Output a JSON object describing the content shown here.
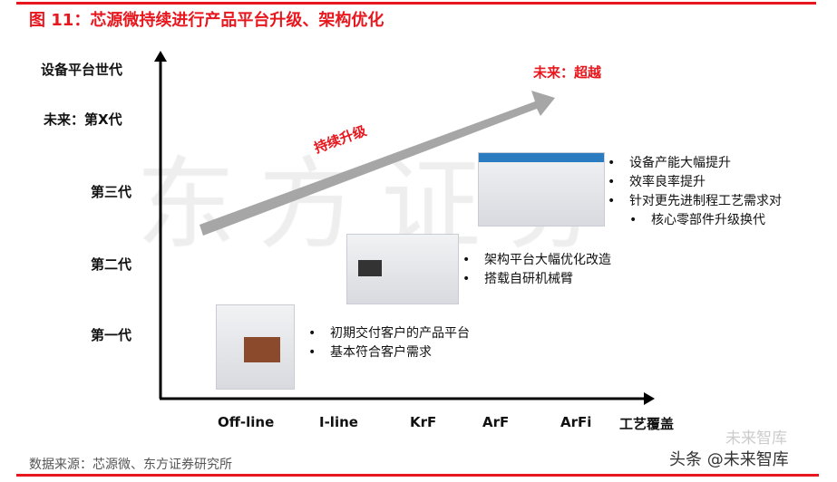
{
  "title": "图 11：芯源微持续进行产品平台升级、架构优化",
  "watermark": "东方证券",
  "y_axis": {
    "title": "设备平台世代",
    "levels": [
      "未来：第X代",
      "第三代",
      "第二代",
      "第一代"
    ]
  },
  "x_axis": {
    "title": "工艺覆盖",
    "labels": [
      "Off-line",
      "I-line",
      "KrF",
      "ArF",
      "ArFi"
    ]
  },
  "arrow_label": "持续升级",
  "future_label": "未来：超越",
  "generations": [
    {
      "bullets": [
        "初期交付客户的产品平台",
        "基本符合客户需求"
      ]
    },
    {
      "bullets": [
        "架构平台大幅优化改造",
        "搭载自研机械臂"
      ]
    },
    {
      "bullets": [
        "设备产能大幅提升",
        "效率良率提升",
        "针对更先进制程工艺需求对",
        "核心零部件升级换代"
      ]
    }
  ],
  "source": "数据来源：芯源微、东方证券研究所",
  "footer_watermark": "头条 @未来智库",
  "footer_watermark2": "未来智库",
  "colors": {
    "accent": "#e8161d",
    "arrow": "#a6a6a6"
  }
}
